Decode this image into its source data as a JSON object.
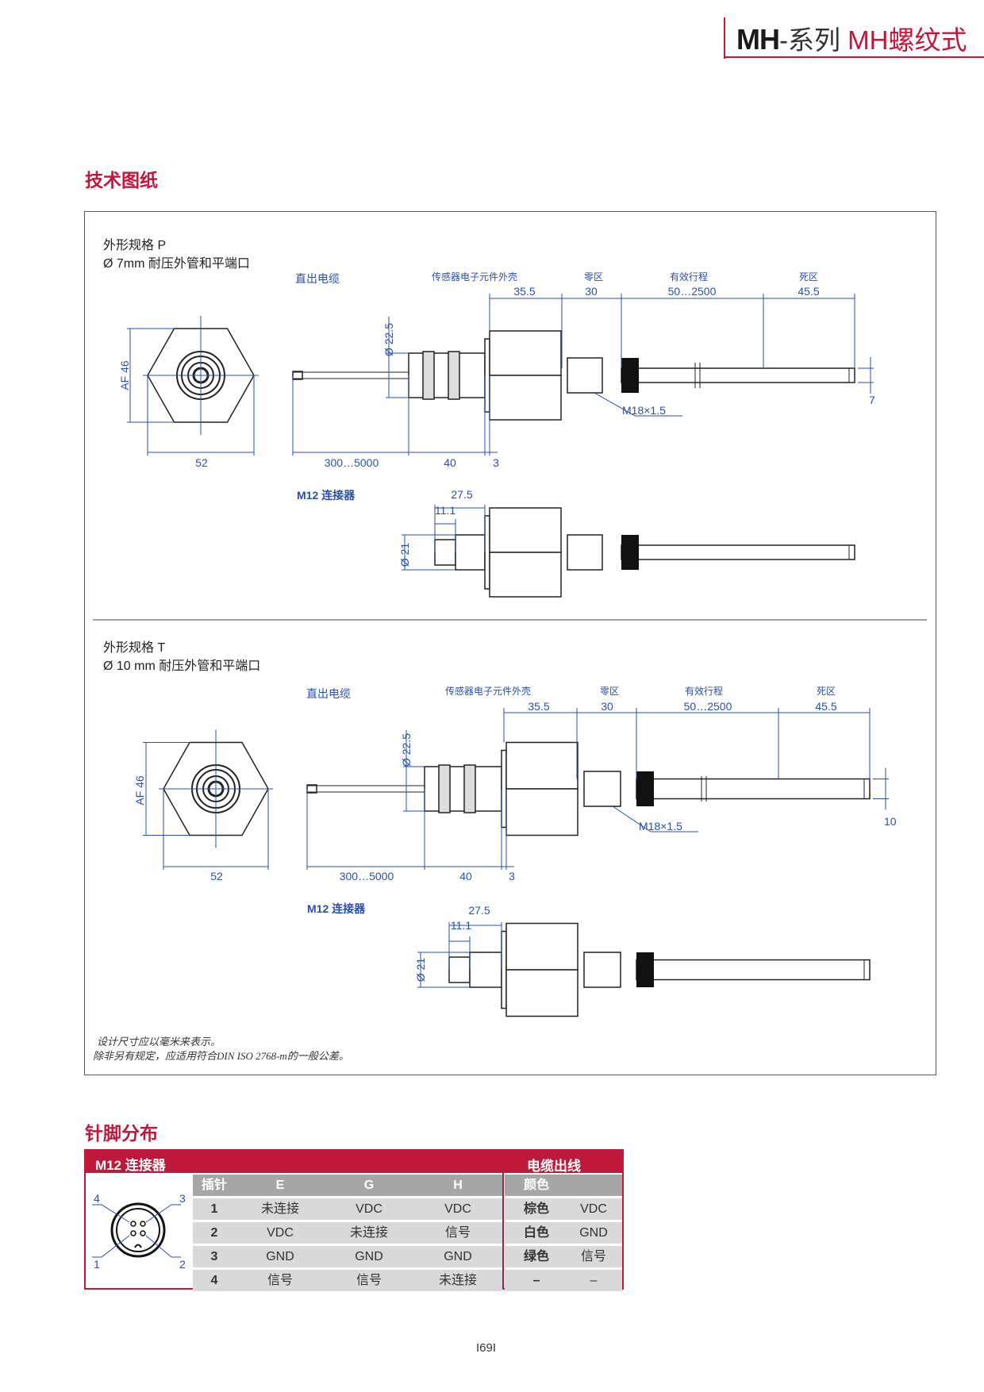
{
  "header": {
    "series_bold": "MH",
    "series_dash": "-系列 ",
    "series_red": "MH螺纹式"
  },
  "drawing_section": {
    "title": "技术图纸",
    "variant_p": {
      "title": "外形规格 P",
      "subtitle": "Ø 7mm 耐压外管和平端口",
      "cable_label": "直出电缆",
      "housing_label": "传感器电子元件外壳",
      "null_zone_label": "零区",
      "stroke_label": "有效行程",
      "dead_zone_label": "死区",
      "dim_housing": "35.5",
      "dim_null": "30",
      "dim_stroke": "50…2500",
      "dim_dead": "45.5",
      "dim_af": "AF 46",
      "dim_width": "52",
      "dim_cable": "300…5000",
      "dim_gland": "40",
      "dim_flange": "3",
      "dim_gland_dia": "Ø 22.5",
      "thread": "M18×1.5",
      "rod_dia": "7",
      "m12_label": "M12 连接器",
      "m12_len": "27.5",
      "m12_plug": "11.1",
      "m12_dia": "Ø 21"
    },
    "variant_t": {
      "title": "外形规格 T",
      "subtitle": "Ø 10 mm 耐压外管和平端口",
      "cable_label": "直出电缆",
      "housing_label": "传感器电子元件外壳",
      "null_zone_label": "零区",
      "stroke_label": "有效行程",
      "dead_zone_label": "死区",
      "dim_housing": "35.5",
      "dim_null": "30",
      "dim_stroke": "50…2500",
      "dim_dead": "45.5",
      "dim_af": "AF 46",
      "dim_width": "52",
      "dim_cable": "300…5000",
      "dim_gland": "40",
      "dim_flange": "3",
      "dim_gland_dia": "Ø 22.5",
      "thread": "M18×1.5",
      "rod_dia": "10",
      "m12_label": "M12 连接器",
      "m12_len": "27.5",
      "m12_plug": "11.1",
      "m12_dia": "Ø 21"
    },
    "notes": [
      "设计尺寸应以毫米来表示。",
      "除非另有规定，应适用符合DIN ISO 2768-m的一般公差。"
    ]
  },
  "pin_section": {
    "title": "针脚分布",
    "connector_header": "M12 连接器",
    "cable_header": "电缆出线",
    "pin_numbers": [
      "1",
      "2",
      "3",
      "4"
    ],
    "columns": [
      "插针",
      "E",
      "G",
      "H"
    ],
    "color_column": "颜色",
    "rows": [
      {
        "pin": "1",
        "E": "未连接",
        "G": "VDC",
        "H": "VDC",
        "color": "棕色",
        "signal": "VDC"
      },
      {
        "pin": "2",
        "E": "VDC",
        "G": "未连接",
        "H": "信号",
        "color": "白色",
        "signal": "GND"
      },
      {
        "pin": "3",
        "E": "GND",
        "G": "GND",
        "H": "GND",
        "color": "绿色",
        "signal": "信号"
      },
      {
        "pin": "4",
        "E": "信号",
        "G": "信号",
        "H": "未连接",
        "color": "–",
        "signal": "–"
      }
    ]
  },
  "page_number": "I69I",
  "colors": {
    "accent": "#c0183a",
    "dimension": "#2a4fa8",
    "table_header_gray": "#a6a6a6",
    "table_row_gray": "#d9d9d9"
  }
}
